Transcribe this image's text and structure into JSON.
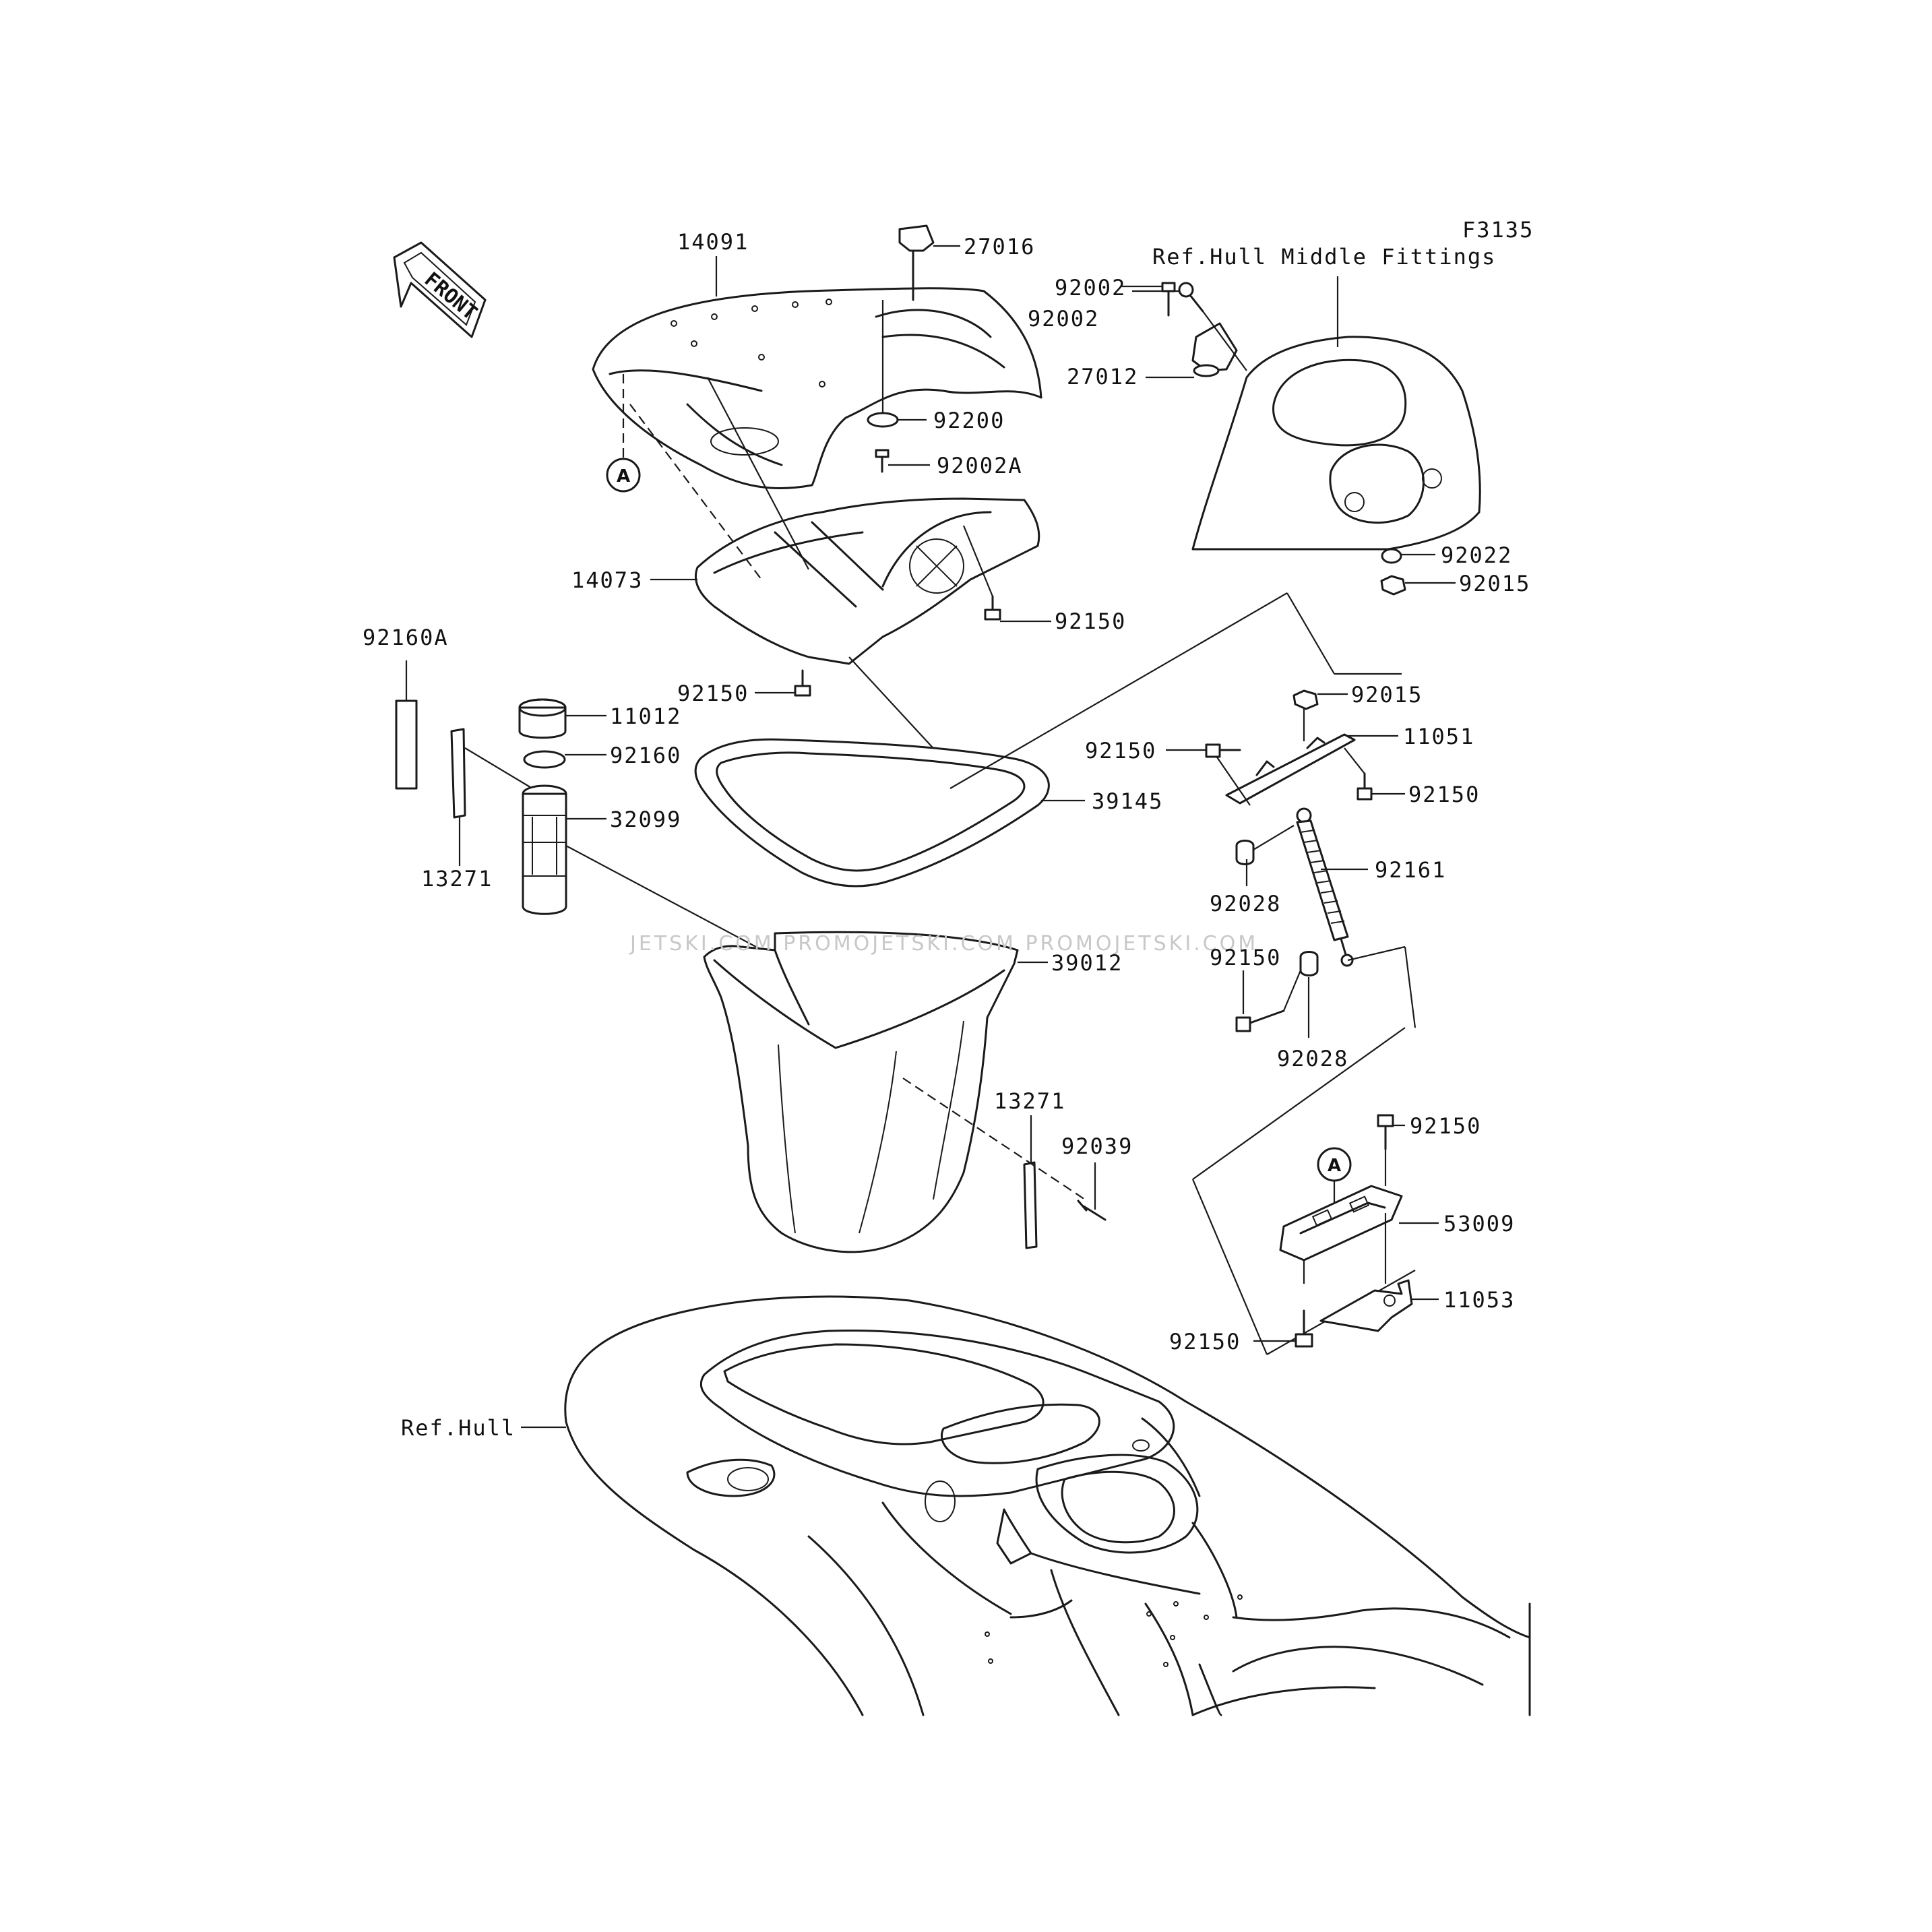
{
  "figure_code": "F3135",
  "watermark": "JETSKI.COM PROMOJETSKI.COM PROMOJETSKI.COM",
  "front_arrow": "FRONT",
  "reference_labels": {
    "hull_middle_fittings": "Ref.Hull Middle Fittings",
    "hull": "Ref.Hull"
  },
  "callouts": [
    "A",
    "A"
  ],
  "parts": [
    "14091",
    "27016",
    "92200",
    "92002A",
    "14073",
    "92150",
    "92150",
    "92002",
    "92002",
    "27012",
    "92022",
    "92015",
    "92160A",
    "11012",
    "92160",
    "32099",
    "13271",
    "39145",
    "39012",
    "92015",
    "11051",
    "92150",
    "92150",
    "92161",
    "92028",
    "92150",
    "92028",
    "13271",
    "92039",
    "92150",
    "53009",
    "11053",
    "92150"
  ]
}
